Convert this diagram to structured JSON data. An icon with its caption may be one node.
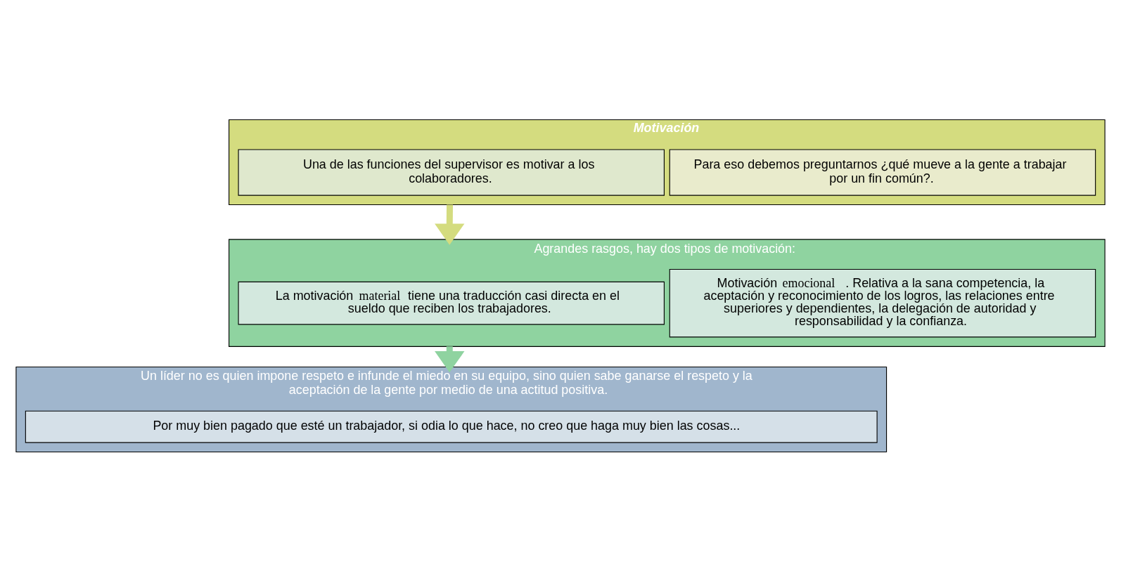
{
  "diagram": {
    "nodes": [
      {
        "text": [
          "Motivación"
        ]
      },
      {
        "text": [
          "Una de las funciones del supervisor es motivar a los colaboradores."
        ],
        "in": 0
      },
      {
        "text": [
          "Para eso debemos preguntarnos ¿qué mueve a la gente a trabajar por un fin común?."
        ],
        "in": 0
      },
      {
        "text": [
          "Agrandes rasgos, hay dos tipos de motivación:"
        ]
      },
      {
        "text": [
          "La motivación **material** tiene una traducción casi directa en el sueldo que reciben los trabajadores."
        ],
        "in": 3
      },
      {
        "text": [
          "Motivación **emocional**. Relativa a la sana competencia, la aceptación y reconocimiento de los logros, las relaciones entre superiores y dependientes, la delegación de autoridad y responsabilidad y la confianza."
        ],
        "in": 3
      },
      {
        "text": [
          "Un líder no es quien impone respeto e infunde el miedo en su equipo, sino quien sabe ganarse el respeto y la aceptación de la gente por medio de una actitud positiva."
        ]
      },
      {
        "text": [
          "Por muy bien pagado que esté un trabajador, si odia lo que hace, no creo que haga muy bien las cosas..."
        ],
        "in": 6
      }
    ],
    "edges": [
      {
        "from": 0,
        "to": 3,
        "arrow": "to",
        "color": "#d4dc7f"
      },
      {
        "from": 3,
        "to": 6,
        "arrow": "to",
        "color": "#8fd3a0"
      }
    ]
  }
}
